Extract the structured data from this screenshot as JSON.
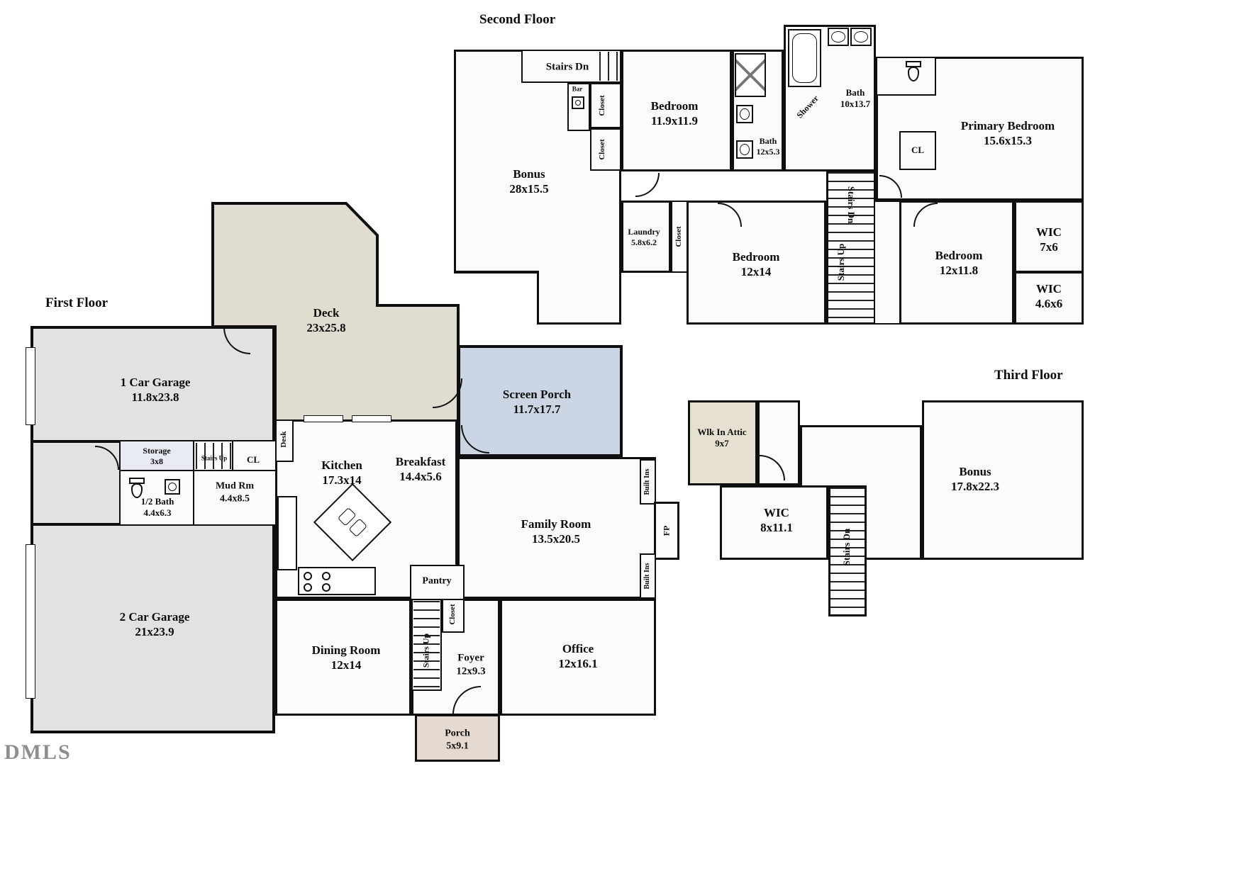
{
  "watermark": "DMLS",
  "colors": {
    "wall": "#0f0f0f",
    "room_fill": "#fbfbf9",
    "garage_fill": "#e2e2e2",
    "deck_fill": "#e1dcd0",
    "screen_porch_fill": "#ccd5e4",
    "porch_fill": "#e5dad1",
    "attic_fill": "#e5e0d0",
    "storage_fill": "#e8ebf3"
  },
  "floors": {
    "second": {
      "title": "Second Floor",
      "rooms": {
        "stairs_dn": {
          "name": "Stairs Dn"
        },
        "bar": {
          "name": "Bar"
        },
        "closet_a": {
          "name": "Closet"
        },
        "closet_b": {
          "name": "Closet"
        },
        "bedroom_a": {
          "name": "Bedroom",
          "dims": "11.9x11.9"
        },
        "shower": {
          "name": "Shower"
        },
        "bath_a": {
          "name": "Bath",
          "dims": "12x5.3"
        },
        "bath_b": {
          "name": "Bath",
          "dims": "10x13.7"
        },
        "primary_bedroom": {
          "name": "Primary Bedroom",
          "dims": "15.6x15.3"
        },
        "cl": {
          "name": "CL"
        },
        "bonus": {
          "name": "Bonus",
          "dims": "28x15.5"
        },
        "laundry": {
          "name": "Laundry",
          "dims": "5.8x6.2"
        },
        "closet_c": {
          "name": "Closet"
        },
        "bedroom_b": {
          "name": "Bedroom",
          "dims": "12x14"
        },
        "stairs_dn_mid": {
          "name": "Stairs Dn"
        },
        "stairs_up_mid": {
          "name": "Stairs Up"
        },
        "bedroom_c": {
          "name": "Bedroom",
          "dims": "12x11.8"
        },
        "wic_a": {
          "name": "WIC",
          "dims": "7x6"
        },
        "wic_b": {
          "name": "WIC",
          "dims": "4.6x6"
        }
      }
    },
    "first": {
      "title": "First Floor",
      "rooms": {
        "deck": {
          "name": "Deck",
          "dims": "23x25.8"
        },
        "one_car_garage": {
          "name": "1 Car Garage",
          "dims": "11.8x23.8"
        },
        "screen_porch": {
          "name": "Screen Porch",
          "dims": "11.7x17.7"
        },
        "storage": {
          "name": "Storage",
          "dims": "3x8"
        },
        "stairs_up_small": {
          "name": "Stairs Up"
        },
        "cl": {
          "name": "CL"
        },
        "mud_rm": {
          "name": "Mud Rm",
          "dims": "4.4x8.5"
        },
        "half_bath": {
          "name": "1/2 Bath",
          "dims": "4.4x6.3"
        },
        "desk": {
          "name": "Desk"
        },
        "kitchen": {
          "name": "Kitchen",
          "dims": "17.3x14"
        },
        "breakfast": {
          "name": "Breakfast",
          "dims": "14.4x5.6"
        },
        "family_room": {
          "name": "Family Room",
          "dims": "13.5x20.5"
        },
        "built_ins_top": {
          "name": "Built Ins"
        },
        "fireplace": {
          "name": "FP"
        },
        "built_ins_bottom": {
          "name": "Built Ins"
        },
        "two_car_garage": {
          "name": "2 Car Garage",
          "dims": "21x23.9"
        },
        "dining_room": {
          "name": "Dining Room",
          "dims": "12x14"
        },
        "pantry": {
          "name": "Pantry"
        },
        "closet": {
          "name": "Closet"
        },
        "stairs_up": {
          "name": "Stairs Up"
        },
        "foyer": {
          "name": "Foyer",
          "dims": "12x9.3"
        },
        "office": {
          "name": "Office",
          "dims": "12x16.1"
        },
        "porch": {
          "name": "Porch",
          "dims": "5x9.1"
        }
      }
    },
    "third": {
      "title": "Third Floor",
      "rooms": {
        "walk_in_attic": {
          "name": "Wlk In Attic",
          "dims": "9x7"
        },
        "bonus": {
          "name": "Bonus",
          "dims": "17.8x22.3"
        },
        "wic": {
          "name": "WIC",
          "dims": "8x11.1"
        },
        "stairs_dn": {
          "name": "Stairs Dn"
        }
      }
    }
  }
}
